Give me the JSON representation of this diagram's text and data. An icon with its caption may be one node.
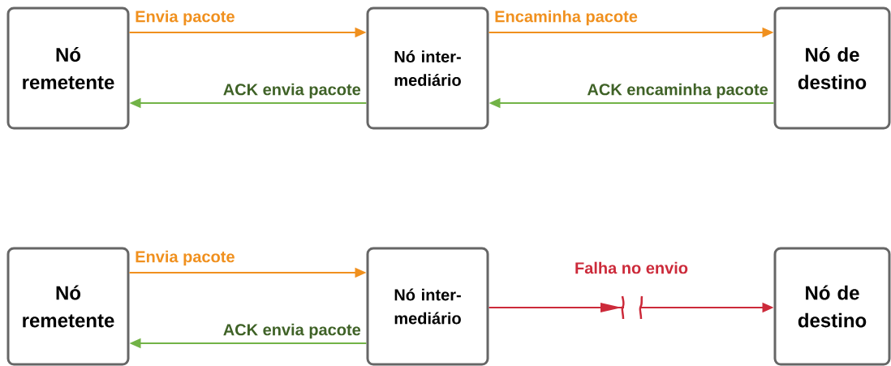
{
  "diagram": {
    "nodes": [
      {
        "text": [
          "Nó remetente"
        ]
      },
      {
        "text": [
          "Nó inter- mediário"
        ]
      },
      {
        "text": [
          "Nó de destino"
        ]
      },
      {
        "text": [
          "Nó remetente"
        ]
      },
      {
        "text": [
          "Nó inter- mediário"
        ]
      },
      {
        "text": [
          "Nó de destino"
        ]
      }
    ],
    "edges": [
      {
        "from": 0,
        "to": 1,
        "arrow": "to",
        "label": "Envia pacote",
        "color": "#f0901e"
      },
      {
        "from": 1,
        "to": 2,
        "arrow": "to",
        "label": "Encaminha pacote",
        "color": "#f0901e"
      },
      {
        "from": 2,
        "to": 1,
        "arrow": "to",
        "label": "ACK encaminha pacote",
        "color": "#72b347"
      },
      {
        "from": 1,
        "to": 0,
        "arrow": "to",
        "label": "ACK envia pacote",
        "color": "#72b347"
      },
      {
        "from": 3,
        "to": 4,
        "arrow": "to",
        "label": "Envia pacote",
        "color": "#f0901e"
      },
      {
        "from": 4,
        "to": 3,
        "arrow": "to",
        "label": "ACK envia pacote",
        "color": "#72b347"
      },
      {
        "from": 4,
        "to": 5,
        "arrow": "to",
        "label": "Falha no envio",
        "color": "#cc2a3a"
      }
    ]
  }
}
